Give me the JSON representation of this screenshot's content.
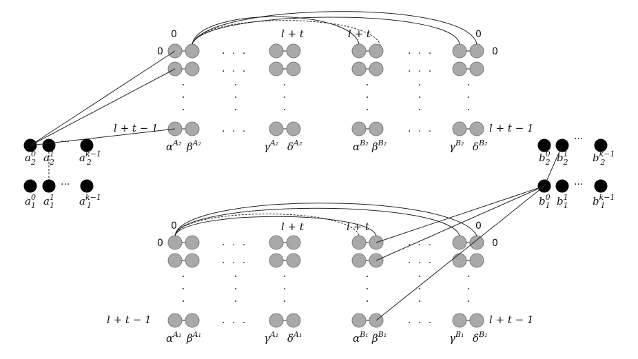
{
  "labels": {
    "zero": "0",
    "lt": "l + t",
    "lt1": "l + t − 1",
    "ellipsis_h": ". . .",
    "ellipsis_v": ".",
    "ellipsis_small": "···"
  },
  "top_group": {
    "alpha": "α",
    "alpha_sup": "A₂",
    "beta": "β",
    "beta_sup": "A₂",
    "gamma": "γ",
    "gamma_sup": "A₂",
    "delta": "δ",
    "delta_sup": "A₂",
    "alpha2": "α",
    "alpha2_sup": "B₂",
    "beta2": "β",
    "beta2_sup": "B₂",
    "gamma2": "γ",
    "gamma2_sup": "B₂",
    "delta2": "δ",
    "delta2_sup": "B₂"
  },
  "bottom_group": {
    "alpha": "α",
    "alpha_sup": "A₁",
    "beta": "β",
    "beta_sup": "A₁",
    "gamma": "γ",
    "gamma_sup": "A₁",
    "delta": "δ",
    "delta_sup": "A₁",
    "alpha2": "α",
    "alpha2_sup": "B₁",
    "beta2": "β",
    "beta2_sup": "B₁",
    "gamma2": "γ",
    "gamma2_sup": "B₁",
    "delta2": "δ",
    "delta2_sup": "B₁"
  },
  "left_nodes": {
    "a2_0": {
      "base": "a",
      "sup": "0",
      "sub": "2"
    },
    "a2_1": {
      "base": "a",
      "sup": "1",
      "sub": "2"
    },
    "a2_k": {
      "base": "a",
      "sup": "k−1",
      "sub": "2"
    },
    "a1_0": {
      "base": "a",
      "sup": "0",
      "sub": "1"
    },
    "a1_1": {
      "base": "a",
      "sup": "1",
      "sub": "1"
    },
    "a1_k": {
      "base": "a",
      "sup": "k−1",
      "sub": "1"
    }
  },
  "right_nodes": {
    "b2_0": {
      "base": "b",
      "sup": "0",
      "sub": "2"
    },
    "b2_1": {
      "base": "b",
      "sup": "1",
      "sub": "2"
    },
    "b2_k": {
      "base": "b",
      "sup": "k−1",
      "sub": "2"
    },
    "b1_0": {
      "base": "b",
      "sup": "0",
      "sub": "1"
    },
    "b1_1": {
      "base": "b",
      "sup": "1",
      "sub": "1"
    },
    "b1_k": {
      "base": "b",
      "sup": "k−1",
      "sub": "1"
    }
  },
  "colors": {
    "gray_node": "#a9a9a9",
    "black_node": "#000000",
    "edge": "#222222"
  }
}
